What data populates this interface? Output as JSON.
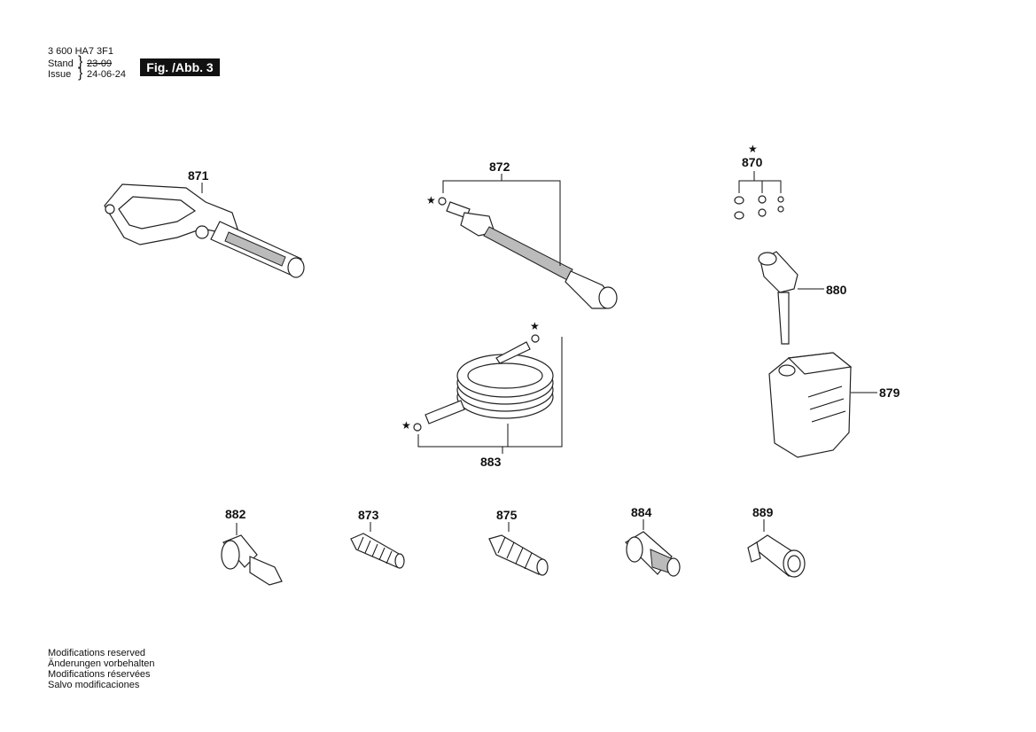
{
  "header": {
    "doc_number": "3 600 HA7 3F1",
    "stand_label": "Stand",
    "issue_label": "Issue",
    "brace": "}",
    "stand_date": "23-09",
    "issue_date": "24-06-24",
    "fig_badge": "Fig. /Abb. 3"
  },
  "parts": [
    {
      "id": "871"
    },
    {
      "id": "872"
    },
    {
      "id": "870"
    },
    {
      "id": "880"
    },
    {
      "id": "879"
    },
    {
      "id": "883"
    },
    {
      "id": "882"
    },
    {
      "id": "873"
    },
    {
      "id": "875"
    },
    {
      "id": "884"
    },
    {
      "id": "889"
    }
  ],
  "star_symbol": "★",
  "footer": {
    "lines": [
      "Modifications reserved",
      "Änderungen vorbehalten",
      "Modifications réservées",
      "Salvo modificaciones"
    ]
  }
}
